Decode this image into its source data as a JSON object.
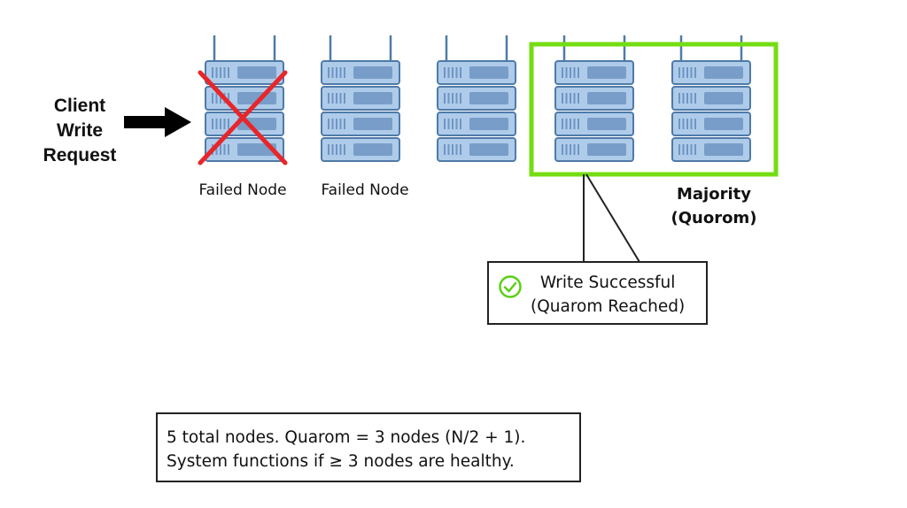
{
  "client": {
    "label": "Client\nWrite\nRequest"
  },
  "nodes": [
    {
      "state": "failed",
      "label": "Failed Node"
    },
    {
      "state": "failed",
      "label": "Failed Node"
    },
    {
      "state": "healthy",
      "label": ""
    },
    {
      "state": "healthy",
      "label": ""
    },
    {
      "state": "healthy",
      "label": ""
    }
  ],
  "majority": {
    "label": "Majority\n(Quorom)"
  },
  "success": {
    "text": "Write Successful\n(Quarom Reached)"
  },
  "info": {
    "text": "5 total nodes. Quarom = 3 nodes (N/2 + 1).\nSystem functions if ≥ 3 nodes are healthy."
  },
  "colors": {
    "server_fill": "#aecbea",
    "server_stroke": "#4f7aa8",
    "server_slot": "#6f95c2",
    "quorum_border": "#74dd12",
    "failed_x": "#e8262a",
    "check": "#5bcf16"
  },
  "icons": [
    "server-rack-icon",
    "red-x-icon",
    "checkmark-circle-icon",
    "arrow-right-icon"
  ]
}
